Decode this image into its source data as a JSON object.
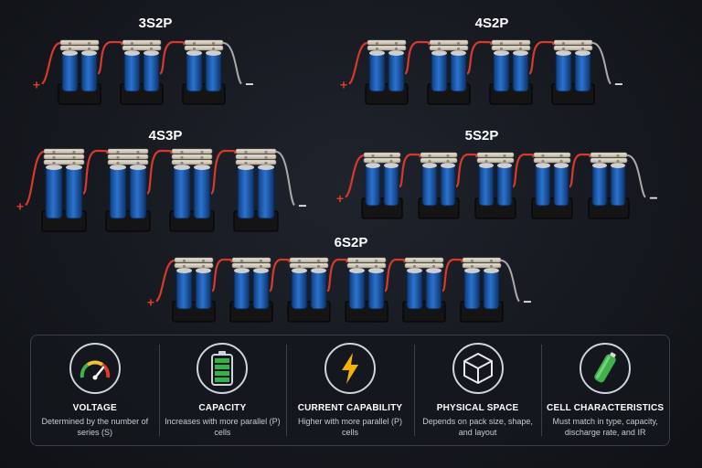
{
  "configurations": [
    {
      "label": "3S2P",
      "series": 3,
      "parallel": 2
    },
    {
      "label": "4S2P",
      "series": 4,
      "parallel": 2
    },
    {
      "label": "4S3P",
      "series": 4,
      "parallel": 3
    },
    {
      "label": "5S2P",
      "series": 5,
      "parallel": 2
    },
    {
      "label": "6S2P",
      "series": 6,
      "parallel": 2
    }
  ],
  "terminals": {
    "positive": "+",
    "negative": "−"
  },
  "colors": {
    "cell": "#1f5fb8",
    "positive_wire": "#d8392b",
    "negative_wire": "#aaaaaa",
    "nickel_strip": "#d9d2c4"
  },
  "factors": [
    {
      "title": "VOLTAGE",
      "desc": "Determined by the number of series (S)",
      "icon": "gauge-icon"
    },
    {
      "title": "CAPACITY",
      "desc": "Increases with more parallel (P) cells",
      "icon": "battery-icon"
    },
    {
      "title": "CURRENT CAPABILITY",
      "desc": "Higher with more parallel (P) cells",
      "icon": "lightning-icon"
    },
    {
      "title": "PHYSICAL SPACE",
      "desc": "Depends on pack size, shape, and layout",
      "icon": "cube-icon"
    },
    {
      "title": "CELL CHARACTERISTICS",
      "desc": "Must match in type, capacity, discharge rate, and IR",
      "icon": "cell-icon"
    }
  ]
}
